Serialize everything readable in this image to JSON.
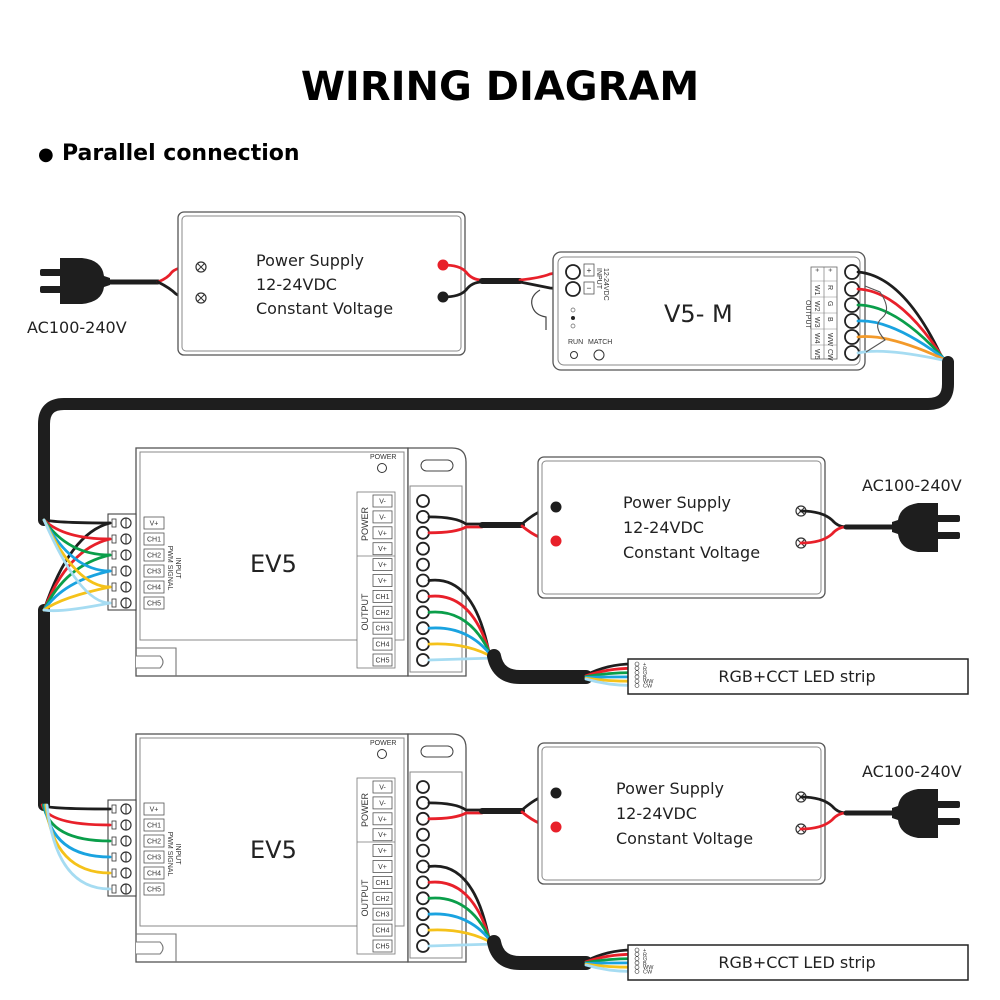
{
  "title": "WIRING DIAGRAM",
  "section": {
    "bullet": "●",
    "label": "Parallel connection"
  },
  "colors": {
    "black": "#1e1e1e",
    "red": "#e8202a",
    "green": "#0a9e4a",
    "blue": "#1aa3e0",
    "yellow": "#f5c21a",
    "orange": "#f39a2a",
    "lightblue": "#a6dcf2"
  },
  "ac_labels": {
    "top": "AC100-240V",
    "middle": "AC100-240V",
    "bottom": "AC100-240V"
  },
  "power_supplies": [
    {
      "line1": "Power Supply",
      "line2": "12-24VDC",
      "line3": "Constant Voltage"
    },
    {
      "line1": "Power Supply",
      "line2": "12-24VDC",
      "line3": "Constant Voltage"
    },
    {
      "line1": "Power Supply",
      "line2": "12-24VDC",
      "line3": "Constant Voltage"
    }
  ],
  "controller": {
    "name": "V5- M",
    "input_label": "INPUT",
    "input_voltage": "12-24VDC",
    "input_plus": "+",
    "input_minus": "−",
    "run": "RUN",
    "match": "MATCH",
    "output_label": "OUTPUT",
    "output_col1": [
      "+",
      "W1",
      "W2",
      "W3",
      "W4",
      "W5"
    ],
    "output_col2": [
      "+",
      "R",
      "G",
      "B",
      "WW",
      "CW"
    ]
  },
  "amplifiers": [
    {
      "name": "EV5",
      "power_indicator": "POWER",
      "input_label": "INPUT",
      "input_sub": "PWM SIGNAL",
      "input_terms": [
        "V+",
        "CH1",
        "CH2",
        "CH3",
        "CH4",
        "CH5"
      ],
      "power_label": "POWER",
      "power_terms": [
        "V-",
        "V-",
        "V+",
        "V+"
      ],
      "output_label": "OUTPUT",
      "output_terms": [
        "V+",
        "V+",
        "CH1",
        "CH2",
        "CH3",
        "CH4",
        "CH5"
      ]
    },
    {
      "name": "EV5",
      "power_indicator": "POWER",
      "input_label": "INPUT",
      "input_sub": "PWM SIGNAL",
      "input_terms": [
        "V+",
        "CH1",
        "CH2",
        "CH3",
        "CH4",
        "CH5"
      ],
      "power_label": "POWER",
      "power_terms": [
        "V-",
        "V-",
        "V+",
        "V+"
      ],
      "output_label": "OUTPUT",
      "output_terms": [
        "V+",
        "V+",
        "CH1",
        "CH2",
        "CH3",
        "CH4",
        "CH5"
      ]
    }
  ],
  "led_strips": [
    {
      "label": "RGB+CCT LED strip",
      "pins": [
        "+",
        "R",
        "G",
        "B",
        "WW",
        "CW"
      ]
    },
    {
      "label": "RGB+CCT LED strip",
      "pins": [
        "+",
        "R",
        "G",
        "B",
        "WW",
        "CW"
      ]
    }
  ]
}
